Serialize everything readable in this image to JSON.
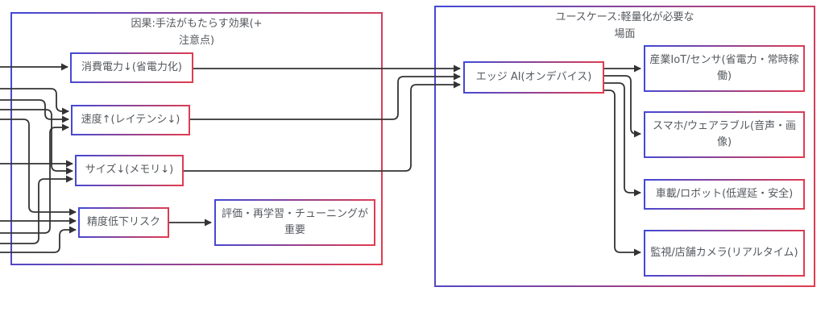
{
  "colors": {
    "blue": "#4149d6",
    "red": "#e23c4f",
    "line": "#333333",
    "text": "#55595e",
    "bg": "#ffffff"
  },
  "containers": {
    "causes": {
      "title": "因果:手法がもたらす効果(+\n注意点)"
    },
    "usecases": {
      "title": "ユースケース:軽量化が必要な\n場面"
    }
  },
  "nodes": {
    "power": {
      "label": "消費電力↓(省電力化)"
    },
    "speed": {
      "label": "速度↑(レイテンシ↓)"
    },
    "size": {
      "label": "サイズ↓(メモリ↓)"
    },
    "accuracy_risk": {
      "label": "精度低下リスク"
    },
    "evaluation": {
      "label": "評価・再学習・チューニングが重要"
    },
    "edge_ai": {
      "label": "エッジ AI(オンデバイス)"
    },
    "industrial_iot": {
      "label": "産業IoT/センサ(省電力・常時稼働)"
    },
    "smartphone": {
      "label": "スマホ/ウェアラブル(音声・画像)"
    },
    "automotive": {
      "label": "車載/ロボット(低遅延・安全)"
    },
    "surveillance": {
      "label": "監視/店舗カメラ(リアルタイム)"
    }
  },
  "edges": [
    {
      "from": "offscreen-left",
      "to": "power"
    },
    {
      "from": "offscreen-left",
      "to": "speed"
    },
    {
      "from": "offscreen-left",
      "to": "speed"
    },
    {
      "from": "offscreen-left",
      "to": "speed"
    },
    {
      "from": "offscreen-left",
      "to": "size"
    },
    {
      "from": "offscreen-left",
      "to": "size"
    },
    {
      "from": "offscreen-left",
      "to": "size"
    },
    {
      "from": "offscreen-left",
      "to": "accuracy_risk"
    },
    {
      "from": "offscreen-left",
      "to": "accuracy_risk"
    },
    {
      "from": "offscreen-left",
      "to": "accuracy_risk"
    },
    {
      "from": "power",
      "to": "edge_ai"
    },
    {
      "from": "speed",
      "to": "edge_ai"
    },
    {
      "from": "size",
      "to": "edge_ai"
    },
    {
      "from": "accuracy_risk",
      "to": "evaluation"
    },
    {
      "from": "edge_ai",
      "to": "industrial_iot"
    },
    {
      "from": "edge_ai",
      "to": "smartphone"
    },
    {
      "from": "edge_ai",
      "to": "automotive"
    },
    {
      "from": "edge_ai",
      "to": "surveillance"
    }
  ]
}
